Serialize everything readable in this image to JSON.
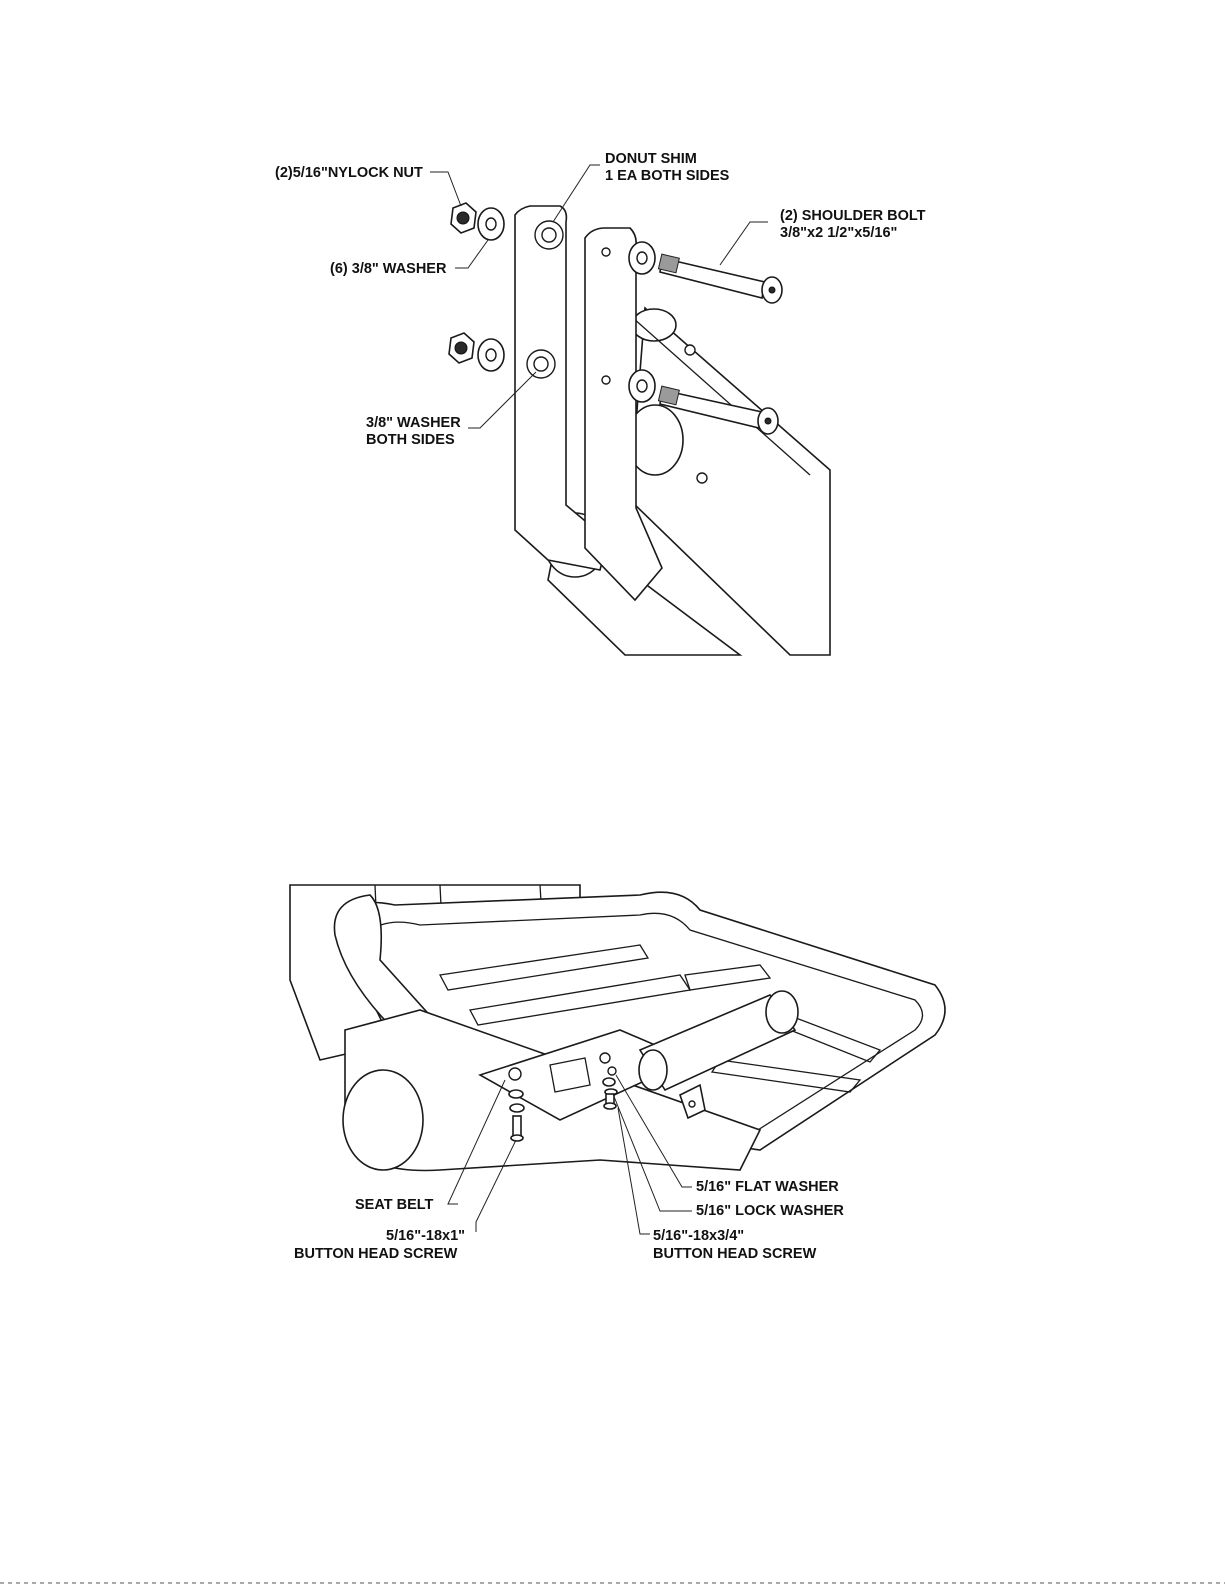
{
  "figure1": {
    "labels": {
      "nylock_nut": "(2)5/16\"NYLOCK NUT",
      "donut_shim_line1": "DONUT SHIM",
      "donut_shim_line2": "1 EA BOTH SIDES",
      "shoulder_bolt_line1": "(2) SHOULDER BOLT",
      "shoulder_bolt_line2": "3/8\"x2 1/2\"x5/16\"",
      "washer_qty": "(6) 3/8\" WASHER",
      "washer_both_line1": "3/8\" WASHER",
      "washer_both_line2": "BOTH SIDES"
    }
  },
  "figure2": {
    "labels": {
      "flat_washer": "5/16\" FLAT WASHER",
      "lock_washer": "5/16\" LOCK WASHER",
      "seat_belt": "SEAT BELT",
      "screw_short_line1": "5/16\"-18x3/4\"",
      "screw_short_line2": "BUTTON HEAD SCREW",
      "screw_long_line1": "5/16\"-18x1\"",
      "screw_long_line2": "BUTTON HEAD SCREW"
    }
  }
}
